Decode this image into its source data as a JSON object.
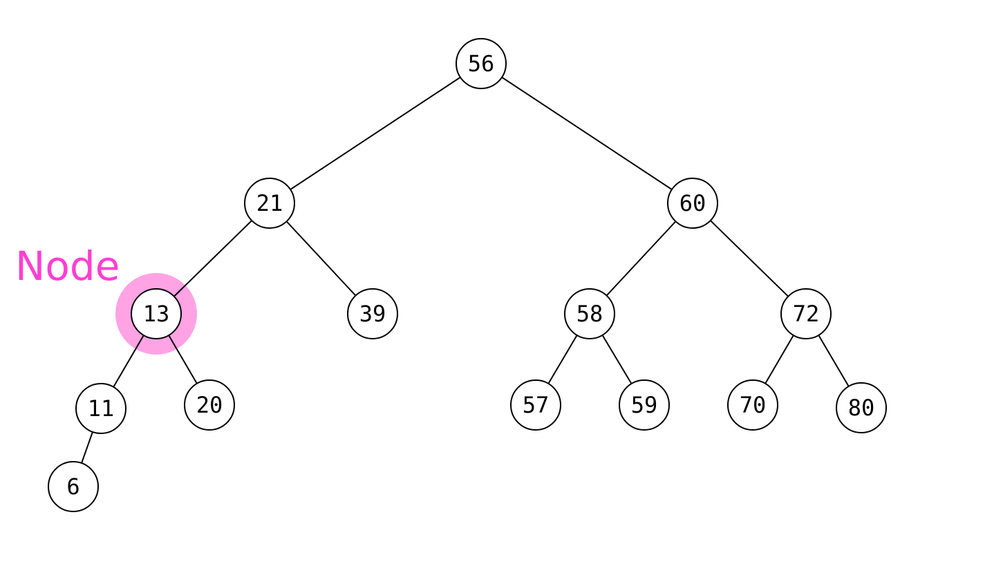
{
  "annotation": {
    "text": "Node",
    "target": "13",
    "color": "#ff3fd2",
    "halo_color": "#ffa3e5"
  },
  "tree": {
    "nodes": [
      "56",
      "21",
      "60",
      "13",
      "39",
      "58",
      "72",
      "11",
      "20",
      "57",
      "59",
      "70",
      "80",
      "6"
    ],
    "edges": [
      [
        "56",
        "21"
      ],
      [
        "56",
        "60"
      ],
      [
        "21",
        "13"
      ],
      [
        "21",
        "39"
      ],
      [
        "60",
        "58"
      ],
      [
        "60",
        "72"
      ],
      [
        "13",
        "11"
      ],
      [
        "13",
        "20"
      ],
      [
        "58",
        "57"
      ],
      [
        "58",
        "59"
      ],
      [
        "72",
        "70"
      ],
      [
        "72",
        "80"
      ],
      [
        "11",
        "6"
      ]
    ]
  }
}
